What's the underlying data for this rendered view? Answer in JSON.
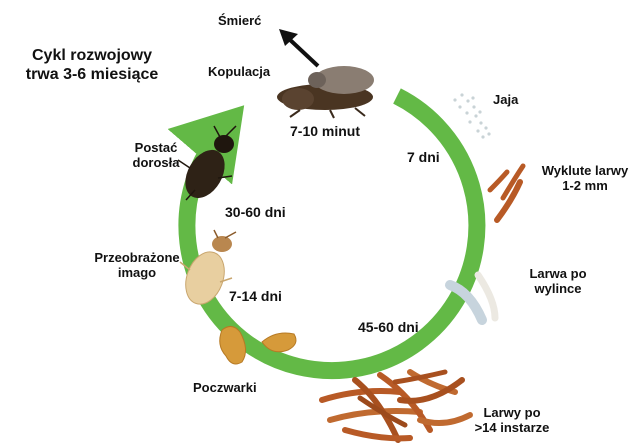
{
  "title": {
    "line1": "Cykl rozwojowy",
    "line2": "trwa 3-6 miesiące"
  },
  "stages": {
    "death": "Śmierć",
    "mating": "Kopulacja",
    "eggs": "Jaja",
    "hatched": {
      "line1": "Wyklute larwy",
      "line2": "1-2 mm"
    },
    "molt": {
      "line1": "Larwa po",
      "line2": "wylince"
    },
    "instars": {
      "line1": "Larwy po",
      "line2": ">14 instarze"
    },
    "pupae": "Poczwarki",
    "emerged": {
      "line1": "Przeobrażone",
      "line2": "imago"
    },
    "adult": {
      "line1": "Postać",
      "line2": "dorosła"
    }
  },
  "durations": {
    "mating": "7-10 minut",
    "eggs": "7 dni",
    "larvae": "45-60 dni",
    "pupae": "7-14 dni",
    "adult": "30-60 dni"
  },
  "colors": {
    "cycle_arrow": "#63b946",
    "text": "#111111",
    "beetle": "#3a2a1c",
    "larva": "#b85a26",
    "pupa": "#d69a3a",
    "teneral": "#e8cfa0",
    "eggs": "#c9d3d6"
  },
  "icons": [
    "beetle-pair",
    "egg-cluster",
    "larva",
    "molted-larva",
    "larvae-pile",
    "pupa",
    "teneral-beetle",
    "adult-beetle",
    "death-arrow"
  ]
}
